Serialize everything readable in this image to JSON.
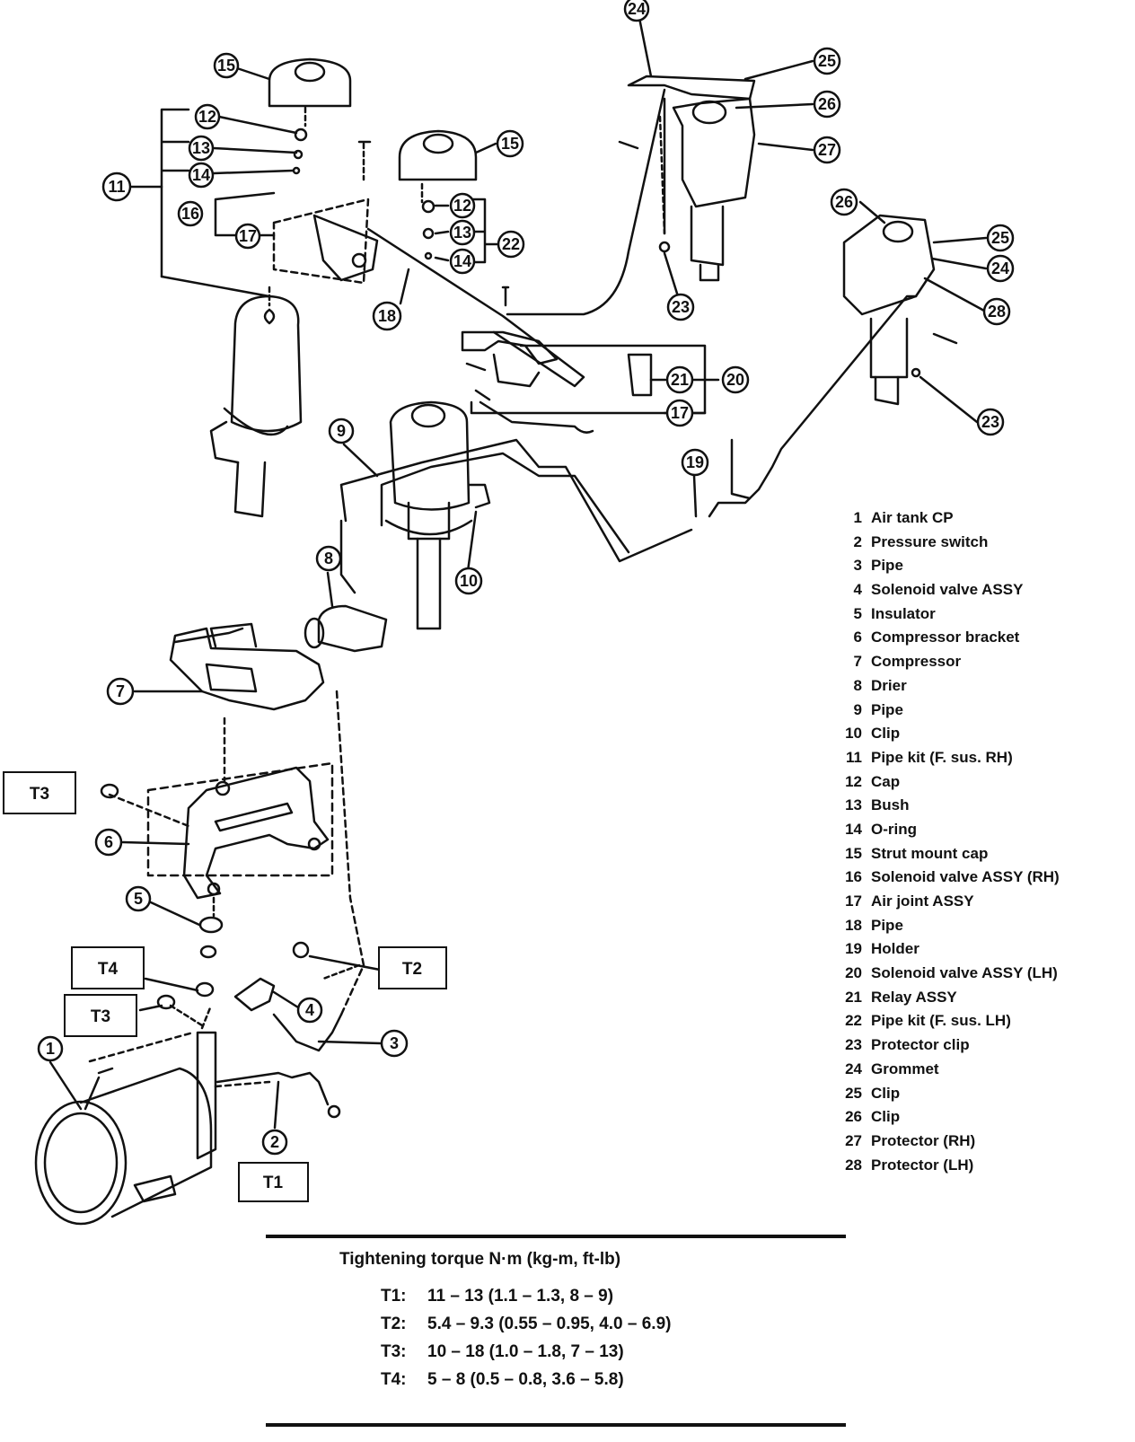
{
  "legend": [
    {
      "num": "1",
      "name": "Air tank CP"
    },
    {
      "num": "2",
      "name": "Pressure switch"
    },
    {
      "num": "3",
      "name": "Pipe"
    },
    {
      "num": "4",
      "name": "Solenoid valve ASSY"
    },
    {
      "num": "5",
      "name": "Insulator"
    },
    {
      "num": "6",
      "name": "Compressor bracket"
    },
    {
      "num": "7",
      "name": "Compressor"
    },
    {
      "num": "8",
      "name": "Drier"
    },
    {
      "num": "9",
      "name": "Pipe"
    },
    {
      "num": "10",
      "name": "Clip"
    },
    {
      "num": "11",
      "name": "Pipe kit (F. sus. RH)"
    },
    {
      "num": "12",
      "name": "Cap"
    },
    {
      "num": "13",
      "name": "Bush"
    },
    {
      "num": "14",
      "name": "O-ring"
    },
    {
      "num": "15",
      "name": "Strut mount cap"
    },
    {
      "num": "16",
      "name": "Solenoid valve ASSY (RH)"
    },
    {
      "num": "17",
      "name": "Air joint ASSY"
    },
    {
      "num": "18",
      "name": "Pipe"
    },
    {
      "num": "19",
      "name": "Holder"
    },
    {
      "num": "20",
      "name": "Solenoid valve ASSY (LH)"
    },
    {
      "num": "21",
      "name": "Relay ASSY"
    },
    {
      "num": "22",
      "name": "Pipe kit (F. sus. LH)"
    },
    {
      "num": "23",
      "name": "Protector clip"
    },
    {
      "num": "24",
      "name": "Grommet"
    },
    {
      "num": "25",
      "name": "Clip"
    },
    {
      "num": "26",
      "name": "Clip"
    },
    {
      "num": "27",
      "name": "Protector (RH)"
    },
    {
      "num": "28",
      "name": "Protector (LH)"
    }
  ],
  "torque": {
    "title": "Tightening torque  N·m (kg-m, ft-lb)",
    "rows": [
      {
        "label": "T1:",
        "value": "11 – 13 (1.1 – 1.3, 8 – 9)"
      },
      {
        "label": "T2:",
        "value": "5.4 – 9.3 (0.55 – 0.95, 4.0 – 6.9)"
      },
      {
        "label": "T3:",
        "value": "10 – 18 (1.0 – 1.8, 7 – 13)"
      },
      {
        "label": "T4:",
        "value": "5 – 8 (0.5 – 0.8, 3.6 – 5.8)"
      }
    ]
  },
  "callouts": {
    "c1": "1",
    "c2": "2",
    "c3": "3",
    "c4": "4",
    "c5": "5",
    "c6": "6",
    "c7": "7",
    "c8": "8",
    "c9": "9",
    "c10": "10",
    "c11": "11",
    "c12a": "12",
    "c12b": "12",
    "c13a": "13",
    "c13b": "13",
    "c14a": "14",
    "c14b": "14",
    "c15a": "15",
    "c15b": "15",
    "c16": "16",
    "c17a": "17",
    "c17b": "17",
    "c18": "18",
    "c19": "19",
    "c20": "20",
    "c21": "21",
    "c22": "22",
    "c23a": "23",
    "c23b": "23",
    "c24a": "24",
    "c24b": "24",
    "c25a": "25",
    "c25b": "25",
    "c26a": "26",
    "c26b": "26",
    "c27": "27",
    "c28": "28"
  },
  "tags": {
    "t3a": "T3",
    "t3b": "T3",
    "t4": "T4",
    "t2": "T2",
    "t1": "T1"
  }
}
